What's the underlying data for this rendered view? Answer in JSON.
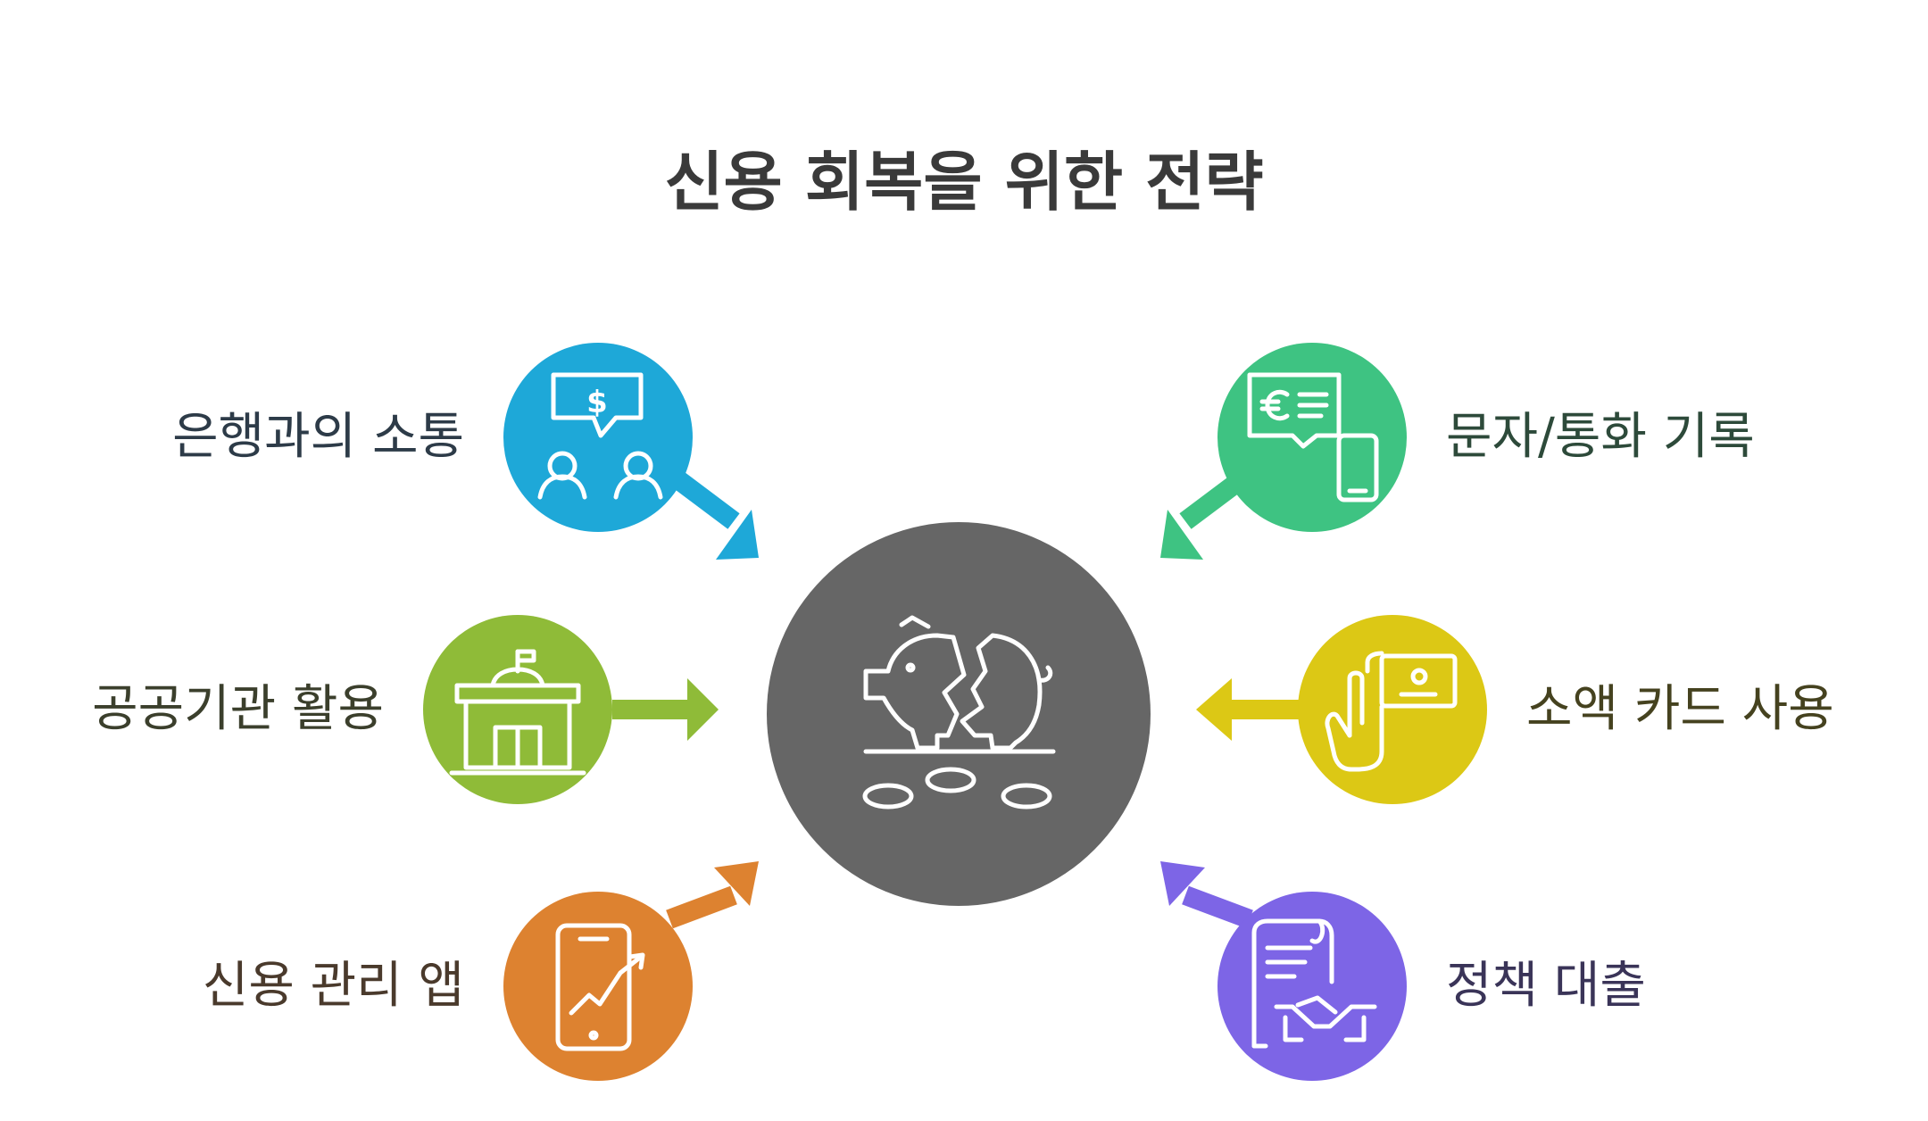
{
  "title": "신용 회복을 위한 전략",
  "center": {
    "icon": "broken-piggy-bank-icon",
    "color": "#666666"
  },
  "strategies": [
    {
      "id": "bank-communication",
      "label": "은행과의 소통",
      "icon": "chat-dollar-people-icon",
      "color": "#1ea8d8",
      "text_color": "#2d3b48"
    },
    {
      "id": "public-institutions",
      "label": "공공기관 활용",
      "icon": "government-building-icon",
      "color": "#8fbb38",
      "text_color": "#3b3f2c"
    },
    {
      "id": "credit-app",
      "label": "신용 관리 앱",
      "icon": "smartphone-chart-icon",
      "color": "#dd8230",
      "text_color": "#4a3a2c"
    },
    {
      "id": "message-call-records",
      "label": "문자/통화 기록",
      "icon": "euro-message-phone-icon",
      "color": "#3ec382",
      "text_color": "#2d4a3a"
    },
    {
      "id": "small-card-use",
      "label": "소액 카드 사용",
      "icon": "hand-card-icon",
      "color": "#dcc815",
      "text_color": "#45421f"
    },
    {
      "id": "policy-loan",
      "label": "정책 대출",
      "icon": "document-handshake-icon",
      "color": "#7d65e6",
      "text_color": "#3a3458"
    }
  ]
}
